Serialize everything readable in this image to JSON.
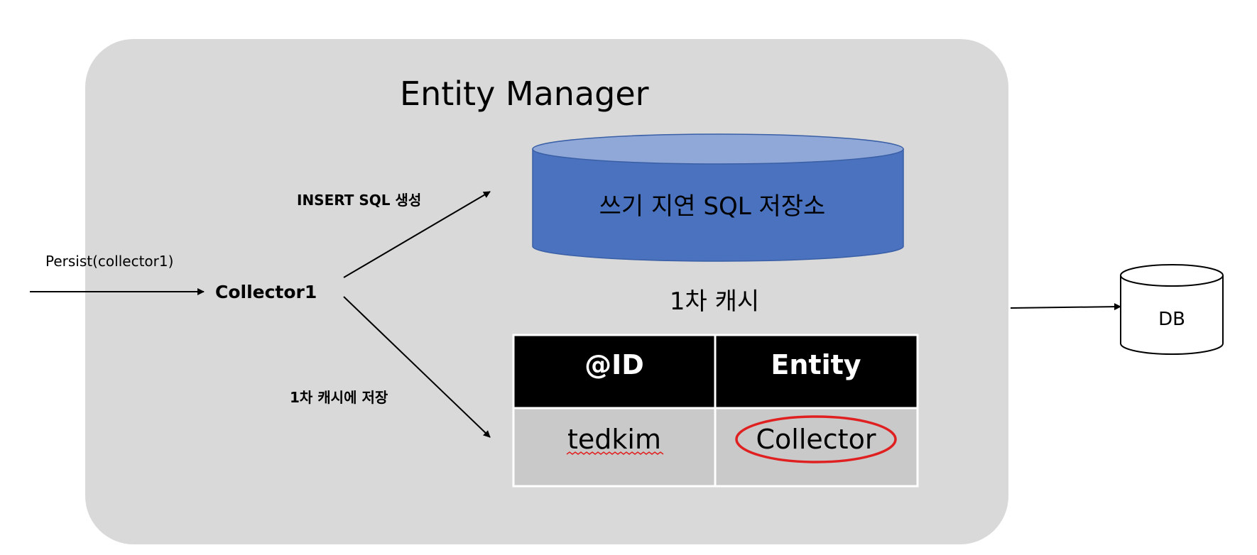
{
  "diagram": {
    "entity_manager": {
      "title": "Entity Manager"
    },
    "write_behind_store": {
      "label": "쓰기 지연 SQL 저장소",
      "fill_color": "#4a72be",
      "top_color": "#8fa8d8"
    },
    "first_level_cache": {
      "title": "1차 캐시",
      "table": {
        "headers": [
          "@ID",
          "Entity"
        ],
        "rows": [
          [
            "tedkim",
            "Collector"
          ]
        ]
      },
      "highlight_color": "#e02020"
    },
    "entry": {
      "persist_label": "Persist(collector1)",
      "entity_label": "Collector1"
    },
    "arrows": {
      "to_store_label": "INSERT SQL 생성",
      "to_cache_label": "1차 캐시에 저장"
    },
    "database": {
      "label": "DB"
    },
    "colors": {
      "container": "#d9d9d9",
      "table_header": "#000000",
      "table_cell": "#c9c9c9"
    }
  }
}
